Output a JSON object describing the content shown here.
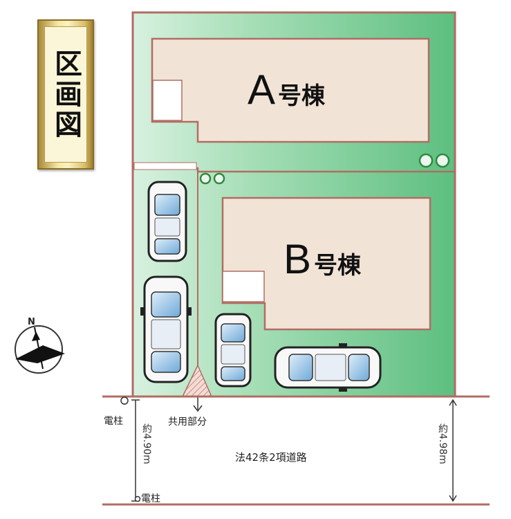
{
  "badge_title": "区画図",
  "buildings": {
    "a": {
      "letter": "A",
      "suffix": "号棟"
    },
    "b": {
      "letter": "B",
      "suffix": "号棟"
    }
  },
  "labels": {
    "shared_part": "共用部分",
    "road": "法42条2項道路",
    "pole": "電柱",
    "width_left": "約4.90m",
    "width_right": "約4.98m"
  },
  "compass": {
    "north": "N"
  },
  "colors": {
    "lot_green": "#7ccc95",
    "lot_green_light": "#c7ecd2",
    "building_fill": "#f1e4d6",
    "boundary": "#b06d63",
    "tree": "#2f8a3c"
  }
}
